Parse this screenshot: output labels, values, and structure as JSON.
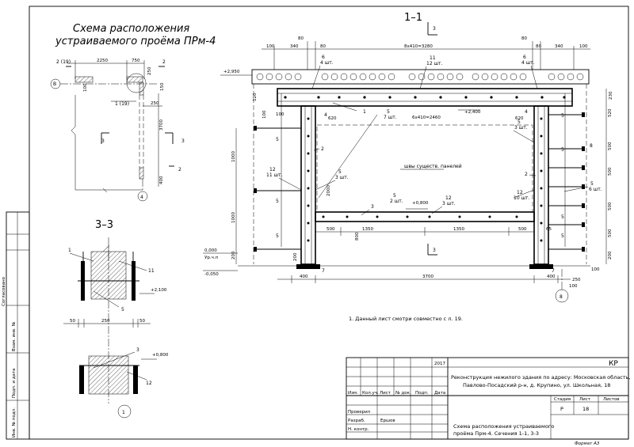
{
  "title_left": "Схема расположения устраиваемого проёма ПРм-4",
  "title_left_line1": "Схема расположения",
  "title_left_line2": "устраиваемого проёма ПРм-4",
  "section_main": "1–1",
  "section_33": "3–3",
  "labels": {
    "axis_B": "В",
    "axis_4": "4",
    "axis_1": "1",
    "axis_8": "8",
    "mark_2": "2",
    "mark_3": "3",
    "mark_1_19": "1 (19)",
    "mark_2_19": "2 (19)",
    "beam_4": "4",
    "elev_2950": "+2,950",
    "elev_0000": "0,000",
    "elev_floor": "Ур.ч.п",
    "elev_m050": "-0,050",
    "elev_2400": "+2,400",
    "elev_0800": "+0,800",
    "elev_2100": "+2,100",
    "elev_0800b": "+0,800",
    "seam_note": "швы существ. панелей"
  },
  "dims_plan": {
    "d2250": "2250",
    "d750": "750",
    "d250a": "250",
    "d150": "150",
    "d100": "100",
    "d250b": "250",
    "d3700": "3700",
    "d400": "400"
  },
  "dims_top": {
    "d100": "100",
    "d340a": "340",
    "d80a": "80",
    "d80b": "80",
    "d8x410": "8x410=3280",
    "d80c": "80",
    "d80d": "80",
    "d340b": "340",
    "d100b": "100"
  },
  "dims_inner": {
    "d620a": "620",
    "d620b": "620",
    "d6x410": "6x410=2460",
    "d500a": "500",
    "d1350a": "1350",
    "d1350b": "1350",
    "d500b": "500",
    "d3700": "3700",
    "d400a": "400",
    "d400b": "400",
    "d250": "250",
    "d100": "100",
    "d65": "65",
    "d2000": "2000",
    "d800": "800",
    "d1000a": "1000",
    "d1000b": "1000",
    "d200a": "200",
    "d200b": "200",
    "d120": "120",
    "d100v": "100",
    "d230": "230",
    "d520": "520",
    "d500r1": "500",
    "d500r2": "500",
    "d500r3": "500",
    "d500r4": "500",
    "d200r": "200",
    "d50a": "50",
    "d250s": "250",
    "d50b": "50"
  },
  "callouts": {
    "c6a": "6",
    "c4sht_a": "4 шт.",
    "c11": "11",
    "c12sht": "12 шт.",
    "c6b": "6",
    "c4sht_b": "4 шт.",
    "c1": "1",
    "c5_7sht": "5",
    "c7sht": "7 шт.",
    "c4a": "4",
    "c4b": "4",
    "c5_3sht": "5",
    "c3sht": "3 шт.",
    "c2a": "2",
    "c2b": "2",
    "c8": "8",
    "c12a": "12",
    "c11sht": "11 шт.",
    "c5_3shtb": "5",
    "c3shtb": "3 шт.",
    "c5_2sht": "5",
    "c2sht": "2 шт.",
    "c12b": "12",
    "c3shtc": "3 шт.",
    "c12c": "12",
    "c10sht": "10 шт.",
    "c5_6sht": "5",
    "c6sht": "6 шт.",
    "c3": "3",
    "c5a": "5",
    "c5b": "5",
    "c5c": "5",
    "c5d": "5",
    "c5e": "5",
    "c5f": "5",
    "c5g": "5",
    "c7a": "7",
    "c7b": "7",
    "s33_1": "1",
    "s33_11": "11",
    "s33_5": "5",
    "s33_3": "3",
    "s33_12": "12"
  },
  "note": "1.  Данный лист смотри совместно с л. 19.",
  "side_stamp": {
    "agreed": "Согласовано",
    "inv_replace": "Взам. инв. №",
    "sign_date": "Подп. и дата",
    "inv_orig": "Инв. № подл."
  },
  "title_block": {
    "code": "КР",
    "year": "2017",
    "project_line1": "Реконструкция нежилого здания по адресу: Московская область,",
    "project_line2": "Павлово-Посадский р-н, д. Крупино, ул. Школьная, 18",
    "col_change": "Изм.",
    "col_count": "Кол.уч.",
    "col_sheet": "Лист",
    "col_doc": "№ док.",
    "col_sign": "Подп.",
    "col_date": "Дата",
    "checked": "Проверил",
    "developed": "Разраб.",
    "developer_name": "Ершов",
    "norm_control": "Н. контр.",
    "stage_h": "Стадия",
    "sheet_h": "Лист",
    "sheets_h": "Листов",
    "stage": "Р",
    "sheet": "18",
    "sheets": "",
    "sheet_title_line1": "Схема расположения устраиваемого",
    "sheet_title_line2": "проёма Прм-4. Сечения 1-1, 3-3",
    "format": "Формат А3"
  }
}
